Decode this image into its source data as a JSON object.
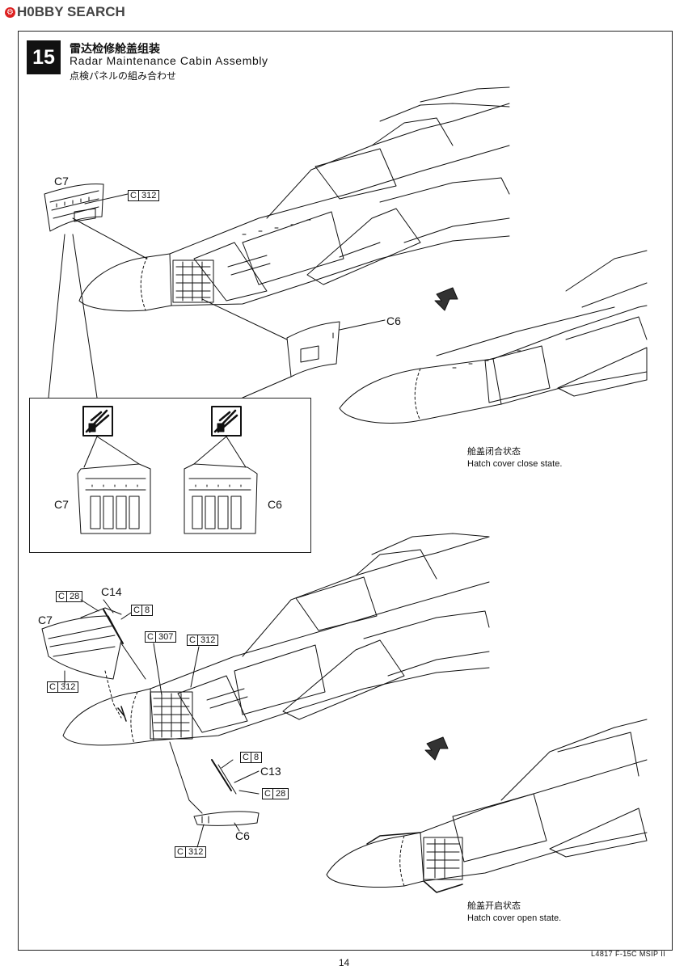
{
  "watermark": {
    "text": "H0BBY SEARCH"
  },
  "step": {
    "number": "15",
    "title_cn": "雷达检修舱盖组装",
    "title_en": "Radar Maintenance Cabin Assembly",
    "title_jp": "点検パネルの組み合わせ"
  },
  "top": {
    "part_c7": "C7",
    "part_c6": "C6",
    "ref_c312": {
      "c": "C",
      "n": "312"
    },
    "detail_c7": "C7",
    "detail_c6": "C6",
    "caption_cn": "舱盖闭合状态",
    "caption_en": "Hatch cover close state."
  },
  "bottom": {
    "part_c7": "C7",
    "part_c14": "C14",
    "part_c13": "C13",
    "part_c6": "C6",
    "ref_c28_a": {
      "c": "C",
      "n": "28"
    },
    "ref_c8_a": {
      "c": "C",
      "n": "8"
    },
    "ref_c307": {
      "c": "C",
      "n": "307"
    },
    "ref_c312_a": {
      "c": "C",
      "n": "312"
    },
    "ref_c312_b": {
      "c": "C",
      "n": "312"
    },
    "ref_c8_b": {
      "c": "C",
      "n": "8"
    },
    "ref_c28_b": {
      "c": "C",
      "n": "28"
    },
    "ref_c312_c": {
      "c": "C",
      "n": "312"
    },
    "caption_cn": "舱盖开启状态",
    "caption_en": "Hatch cover open state."
  },
  "footer": {
    "page": "14",
    "model": "L4817 F-15C MSIP  II"
  }
}
